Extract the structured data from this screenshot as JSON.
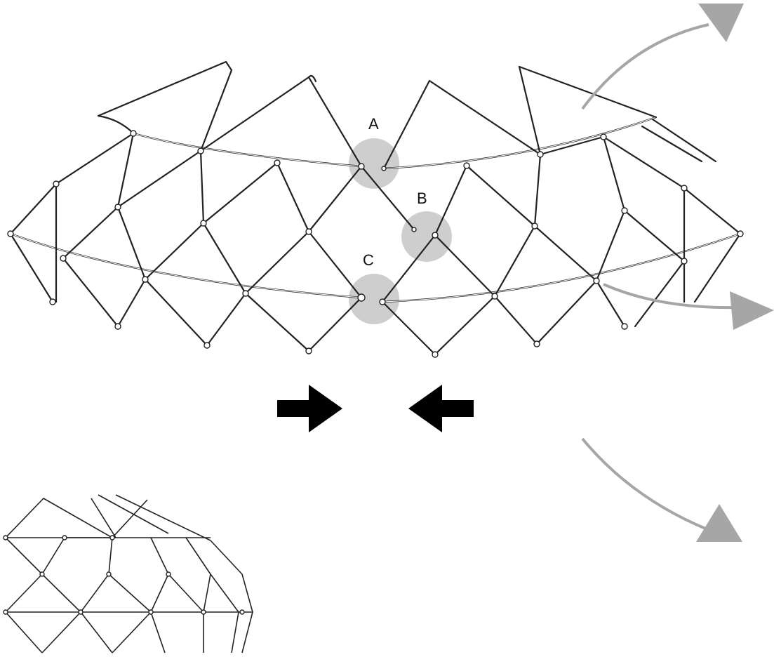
{
  "callouts": [
    {
      "id": "A",
      "label": "A"
    },
    {
      "id": "B",
      "label": "B"
    },
    {
      "id": "C",
      "label": "C"
    }
  ],
  "colors": {
    "frame": "#222222",
    "callout_fill": "#bdbdbd",
    "direction_arrow": "#a6a6a6",
    "push_arrow": "#000000"
  },
  "icons": [
    "push-right-arrow-icon",
    "push-left-arrow-icon",
    "curved-arrow-icon"
  ]
}
